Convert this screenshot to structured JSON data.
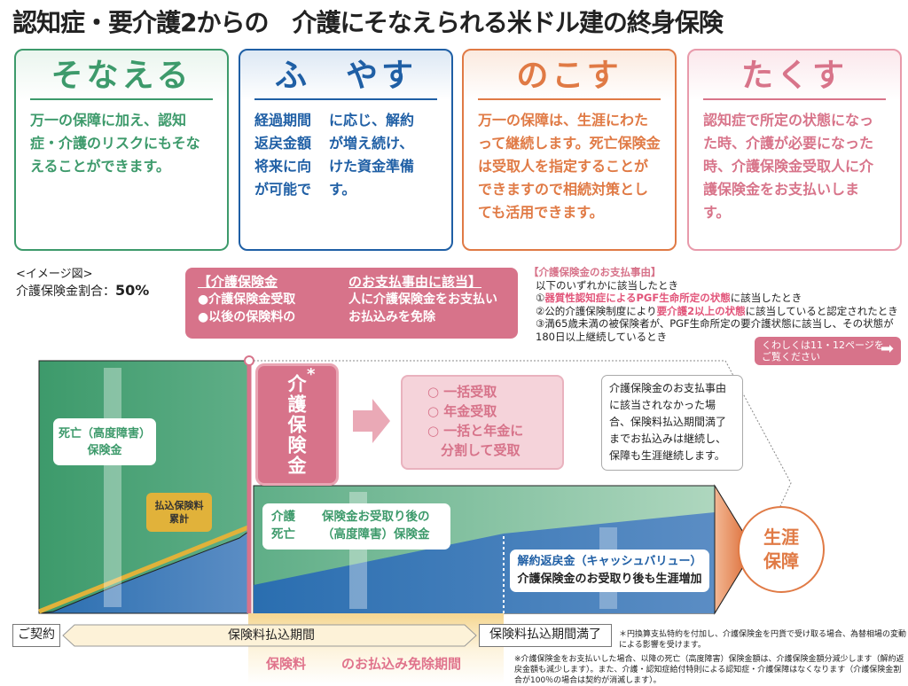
{
  "title": "認知症・要介護2からの　介護にそなえられる米ドル建の終身保険",
  "cards": [
    {
      "heading": "そなえる",
      "body": "万一の保障に加え、認知症・介護のリスクにもそなえることができます。",
      "color": "#3d9a6b"
    },
    {
      "heading": "ふ　やす",
      "col1": "経過期間\n返戻金額\n将来に向\nが可能で",
      "col2": "に応じ、解約\nが増え続け、\nけた資金準備\nす。",
      "color": "#1f5fa5"
    },
    {
      "heading": "のこす",
      "body": "万一の保障は、生涯にわたって継続します。死亡保険金は受取人を指定することができますので相続対策としても活用できます。",
      "color": "#e07a45"
    },
    {
      "heading": "たくす",
      "body": "認知症で所定の状態になった時、介護が必要になった時、介護保険金受取人に介護保険金をお支払いします。",
      "color": "#d8748a"
    }
  ],
  "image_label": "<イメージ図>",
  "ratio_label": "介護保険金割合：",
  "ratio_value": "50%",
  "callout": {
    "h1": "【介護保険金",
    "h2": "のお支払事由に該当】",
    "r1a": "●介護保険金受取",
    "r1b": "人に介護保険金をお支払い",
    "r2a": "●以後の保険料の",
    "r2b": "お払込みを免除"
  },
  "reasons": {
    "title": "【介護保険金のお支払事由】",
    "intro": "以下のいずれかに該当したとき",
    "r1_pre": "①",
    "r1_hl": "器質性認知症によるPGF生命所定の状態",
    "r1_post": "に該当したとき",
    "r2_pre": "②公的介護保険制度により",
    "r2_hl": "要介護2以上の状態",
    "r2_post": "に該当していると認定されたとき",
    "r3": "③満65歳未満の被保険者が、PGF生命所定の要介護状態に該当し、その状態が180日以上継続しているとき"
  },
  "more_button": {
    "line1": "くわしくは11・12ページを",
    "line2": "ご覧ください"
  },
  "care_box": "介護保険金",
  "care_star": "*",
  "options": [
    "○ 一括受取",
    "○ 年金受取",
    "○ 一括と年金に",
    "　分割して受取"
  ],
  "note": "介護保険金のお支払事由に該当されなかった場合、保険料払込期間満了までお払込みは継続し、保障も生涯継続します。",
  "death_box": {
    "l1": "死亡（高度障害）",
    "l2": "保険金"
  },
  "paid_box": {
    "l1": "払込保険料",
    "l2": "累計"
  },
  "after_box": {
    "a1": "介護",
    "a2": "死亡",
    "b1": "保険金お受取り後の",
    "b2": "（高度障害）保険金"
  },
  "cv_box": {
    "l1": "解約返戻金（キャッシュバリュー）",
    "l2": "介護保険金のお受取り後も生涯増加"
  },
  "lifetime": {
    "l1": "生涯",
    "l2": "保障"
  },
  "timeline": {
    "contract": "ご契約",
    "period": "保険料払込期間",
    "end": "保険料払込期間満了"
  },
  "waiver": {
    "a": "保険料",
    "b": "のお払込み免除期間"
  },
  "footnote1": "＊円換算支払特約を付加し、介護保険金を円貨で受け取る場合、為替相場の変動による影響を受けます。",
  "footnote2": "※介護保険金をお支払いした場合、以降の死亡（高度障害）保険金額は、介護保険金額分減少します（解約返戻金額も減少します）。また、介護・認知症給付特則による認知症・介護保障はなくなります（介護保険金割合が100％の場合は契約が消滅します）。"
}
